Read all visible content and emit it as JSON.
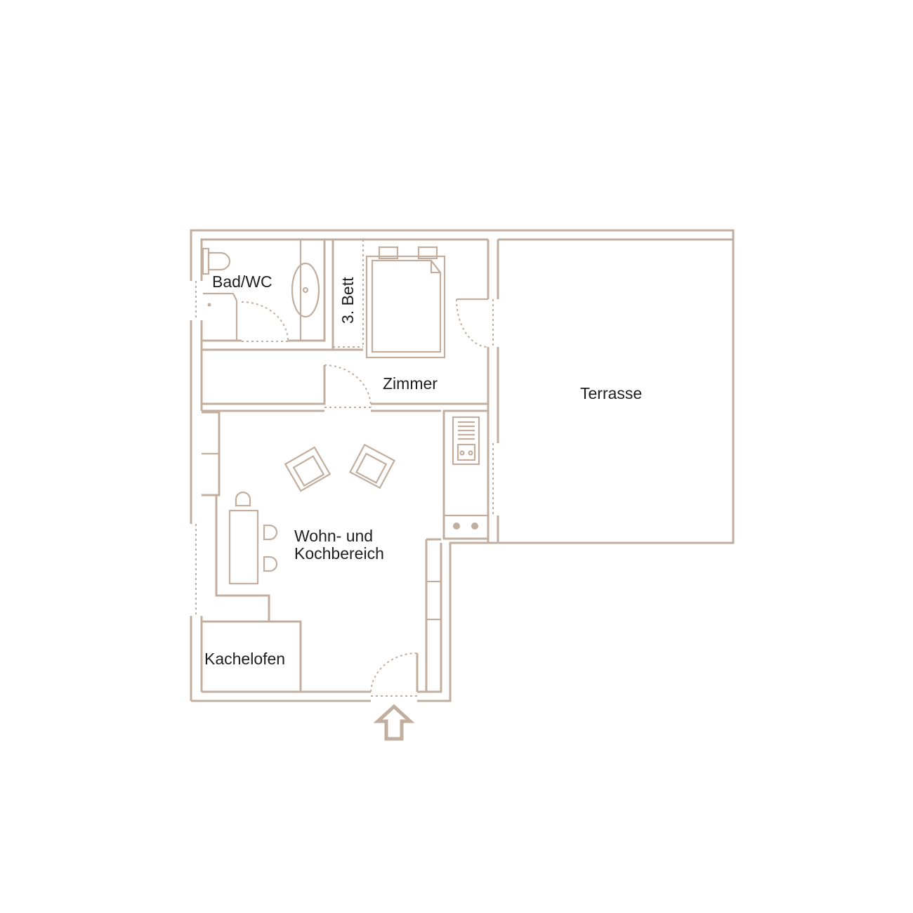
{
  "colors": {
    "line": "#c2ae9e",
    "text": "#1e1e1e",
    "background": "#ffffff"
  },
  "rooms": {
    "bath": "Bad/WC",
    "extra_bed": "3. Bett",
    "room": "Zimmer",
    "terrace": "Terrasse",
    "living_line1": "Wohn- und",
    "living_line2": "Kochbereich",
    "stove": "Kachelofen"
  },
  "icons": [
    "toilet-icon",
    "sink-icon",
    "bathtub-icon",
    "double-bed-icon",
    "armchair-icon",
    "dining-table-icon",
    "chair-icon",
    "kitchen-sink-icon",
    "cooktop-icon",
    "entrance-arrow-icon"
  ]
}
